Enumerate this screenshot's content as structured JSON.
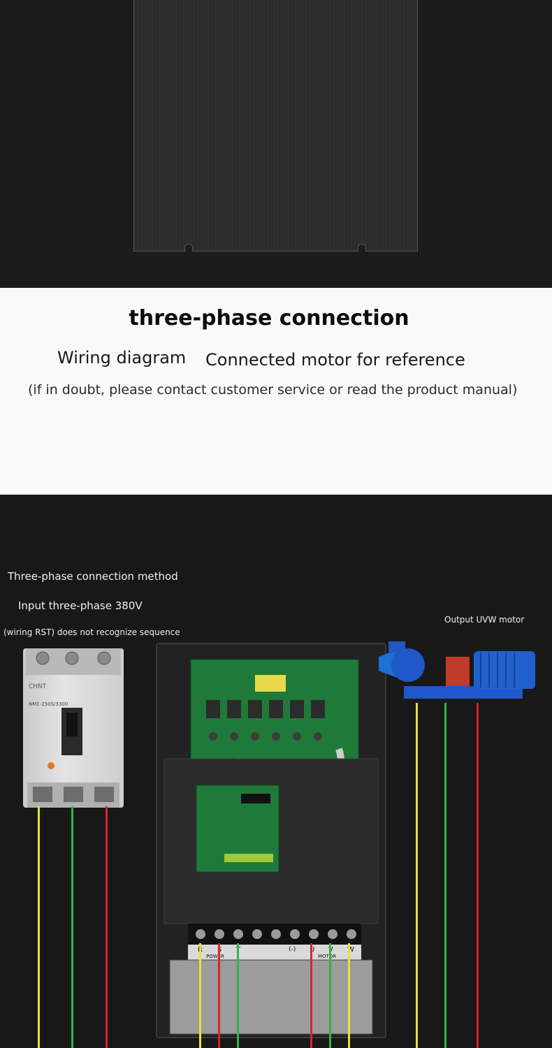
{
  "title_section": {
    "title": "three-phase connection",
    "subtitle_left": "Wiring diagram",
    "subtitle_right": "Connected motor for reference",
    "note": "(if in doubt, please contact customer service or read the product manual)"
  },
  "wiring": {
    "method_label": "Three-phase connection method",
    "input_label": "Input three-phase 380V",
    "sequence_note": "(wiring RST) does not recognize sequence",
    "output_label": "Output UVW motor"
  },
  "breaker": {
    "brand": "CHNT",
    "model": "NM1-250S/3300"
  },
  "terminals": {
    "power_labels": [
      "R",
      "S",
      "T"
    ],
    "power_caption": "POWER",
    "motor_labels": [
      "U",
      "V",
      "W"
    ],
    "motor_caption": "MOTOR",
    "dc_label": "(-)"
  },
  "colors": {
    "phase_yellow": "#e8e23a",
    "phase_green": "#2fb64a",
    "phase_red": "#d8242a",
    "motor_blue": "#1f58c8",
    "pcb_green": "#1f7a3a"
  }
}
